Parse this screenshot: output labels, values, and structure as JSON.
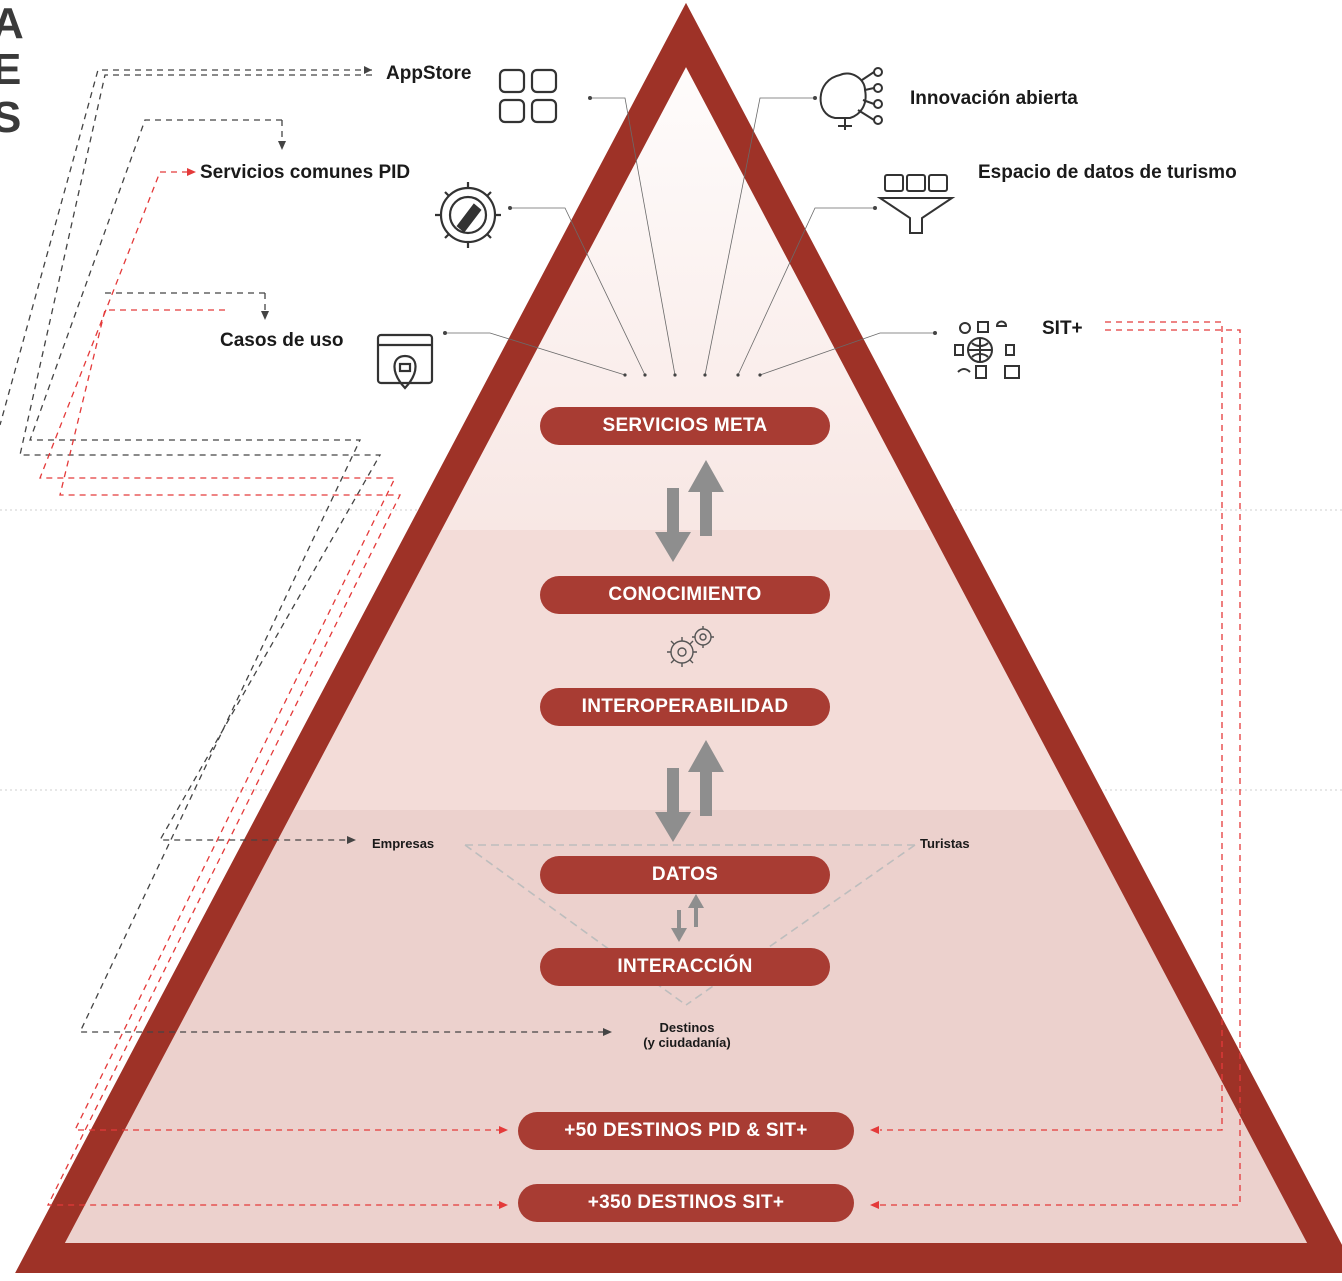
{
  "edge_letters": [
    "A",
    "E",
    "S"
  ],
  "layers": [
    {
      "id": "servicios-meta",
      "label": "SERVICIOS META"
    },
    {
      "id": "conocimiento",
      "label": "CONOCIMIENTO"
    },
    {
      "id": "interoperabilidad",
      "label": "INTEROPERABILIDAD"
    },
    {
      "id": "datos",
      "label": "DATOS"
    },
    {
      "id": "interaccion",
      "label": "INTERACCIÓN"
    }
  ],
  "destinations": [
    {
      "id": "destinos-pid-sit",
      "label": "+50 DESTINOS PID & SIT+"
    },
    {
      "id": "destinos-sit",
      "label": "+350 DESTINOS SIT+"
    }
  ],
  "services": [
    {
      "id": "appstore",
      "label": "AppStore",
      "icon": "app-grid-icon"
    },
    {
      "id": "servicios-comunes",
      "label": "Servicios comunes PID",
      "icon": "gear-pencil-icon"
    },
    {
      "id": "casos-de-uso",
      "label": "Casos de uso",
      "icon": "location-window-icon"
    },
    {
      "id": "innovacion",
      "label": "Innovación abierta",
      "icon": "brain-circuit-icon"
    },
    {
      "id": "espacio-datos",
      "label": "Espacio de datos de turismo",
      "icon": "data-funnel-icon"
    },
    {
      "id": "sit",
      "label": "SIT+",
      "icon": "network-globe-icon"
    }
  ],
  "actors": {
    "empresas": "Empresas",
    "turistas": "Turistas",
    "destinos_line1": "Destinos",
    "destinos_line2": "(y ciudadanía)"
  },
  "colors": {
    "pyramid_frame": "#9e3227",
    "pill": "#a83c33",
    "band_top": "#f8e7e4",
    "band_middle": "#f3dcd8",
    "band_bottom": "#eccdc9",
    "red_dashed": "#e43a3a",
    "dark_dashed": "#333333",
    "arrow_gray": "#8e8e8e"
  }
}
